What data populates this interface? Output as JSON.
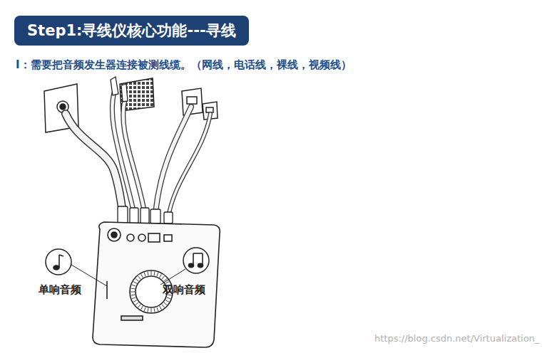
{
  "diagram": {
    "nodes": [
      {
        "text": [
          "Step1:寻线仪核心功能---寻线"
        ]
      }
    ],
    "edges": [],
    "labels": [
      "I：需要把音频发生器连接被测线缆。（网线，电话线，裸线，视频线）",
      "单响音频",
      "双响音频",
      "https://blog.csdn.net/Virtualization_"
    ]
  }
}
